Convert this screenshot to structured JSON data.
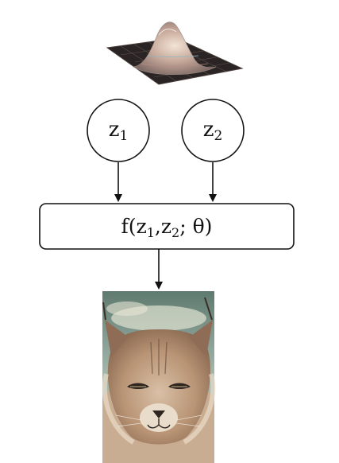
{
  "diagram": {
    "latent_nodes": [
      {
        "base": "z",
        "sub": "1"
      },
      {
        "base": "z",
        "sub": "2"
      }
    ],
    "function_node": {
      "prefix": "f(",
      "arg1_base": "z",
      "arg1_sub": "1",
      "sep1": ",",
      "arg2_base": "z",
      "arg2_sub": "2",
      "sep2": "; ",
      "param": "θ",
      "suffix": ")"
    },
    "prior_image": "3D surface plot of a bell-shaped density over a dark grid",
    "output_image": "painting of a lynx face with tufted ears"
  },
  "colors": {
    "stroke": "#111111",
    "background": "#ffffff"
  }
}
